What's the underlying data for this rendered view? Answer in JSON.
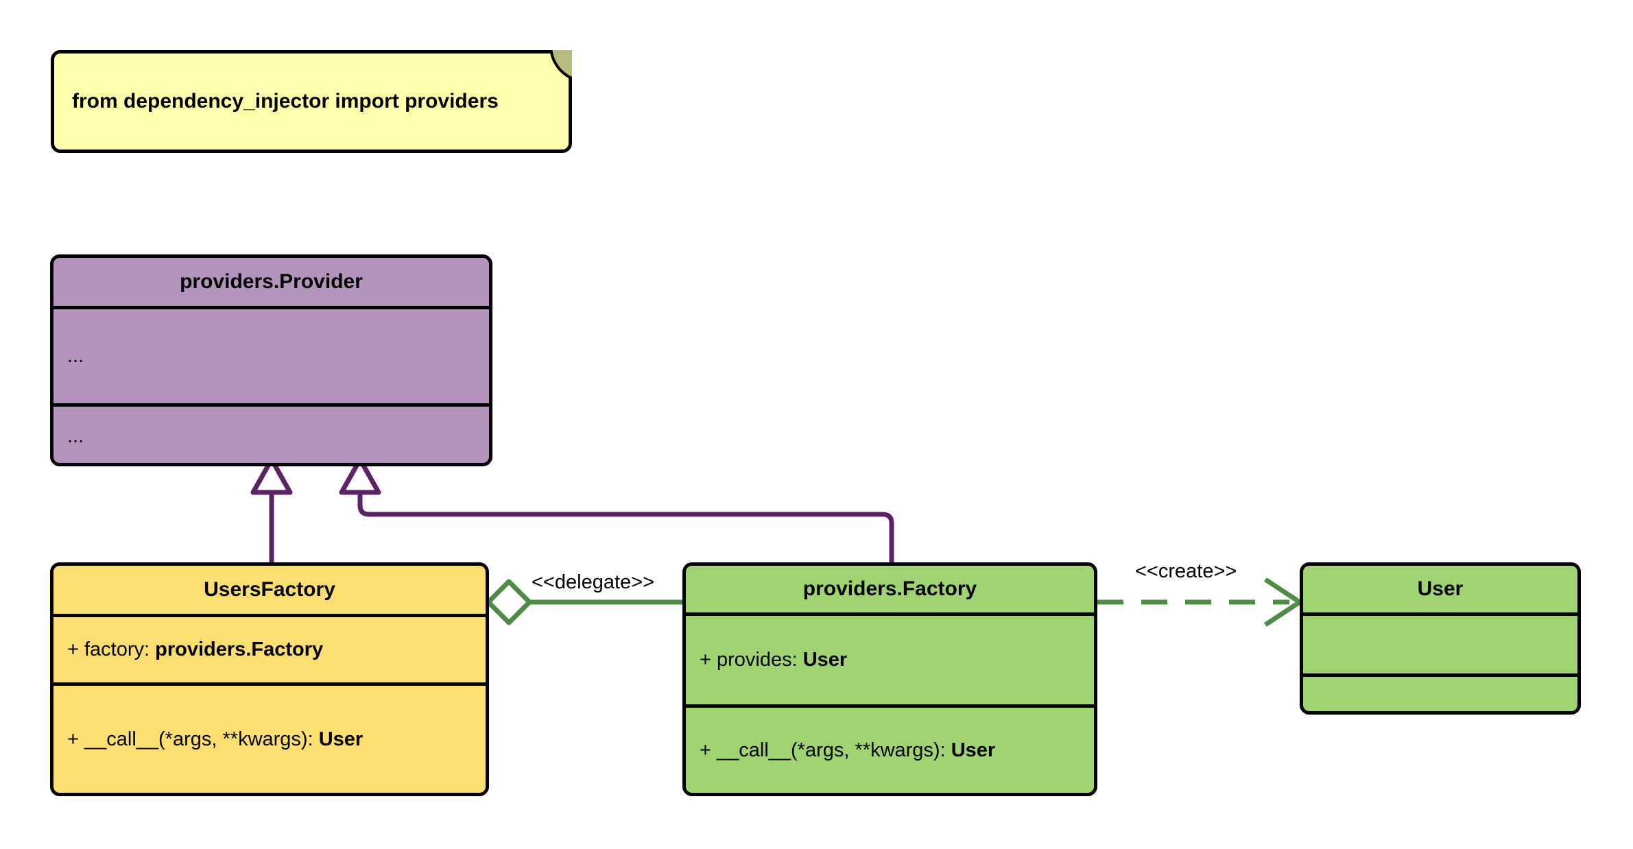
{
  "diagram": {
    "type": "uml-class-diagram",
    "background": "#ffffff",
    "palette": {
      "note_fill": "#ffffab",
      "note_fold": "#b9b980",
      "purple_fill": "#b394bc",
      "yellow_fill": "#fddf71",
      "green_fill": "#a0d473",
      "border": "#000000",
      "inheritance_line": "#5c2266",
      "association_line": "#4e8c46"
    }
  },
  "note": {
    "text": "from dependency_injector import providers"
  },
  "classes": {
    "provider": {
      "name": "providers.Provider",
      "attributes": [
        "..."
      ],
      "methods": [
        "..."
      ]
    },
    "users_factory": {
      "name": "UsersFactory",
      "attributes": [
        {
          "visibility": "+",
          "label": "factory: ",
          "type": "providers.Factory"
        }
      ],
      "methods": [
        {
          "visibility": "+",
          "label": "__call__(*args, **kwargs): ",
          "type": "User"
        }
      ]
    },
    "providers_factory": {
      "name": "providers.Factory",
      "attributes": [
        {
          "visibility": "+",
          "label": "provides: ",
          "type": "User"
        }
      ],
      "methods": [
        {
          "visibility": "+",
          "label": "__call__(*args, **kwargs): ",
          "type": "User"
        }
      ]
    },
    "user": {
      "name": "User",
      "attributes": [
        ""
      ],
      "methods": [
        ""
      ]
    }
  },
  "relationships": {
    "delegate": {
      "label": "<<delegate>>",
      "kind": "aggregation",
      "from": "UsersFactory",
      "to": "providers.Factory"
    },
    "create": {
      "label": "<<create>>",
      "kind": "dependency",
      "from": "providers.Factory",
      "to": "User"
    },
    "inherit_users_factory": {
      "label": "",
      "kind": "generalization",
      "from": "UsersFactory",
      "to": "providers.Provider"
    },
    "inherit_providers_factory": {
      "label": "",
      "kind": "generalization",
      "from": "providers.Factory",
      "to": "providers.Provider"
    }
  }
}
